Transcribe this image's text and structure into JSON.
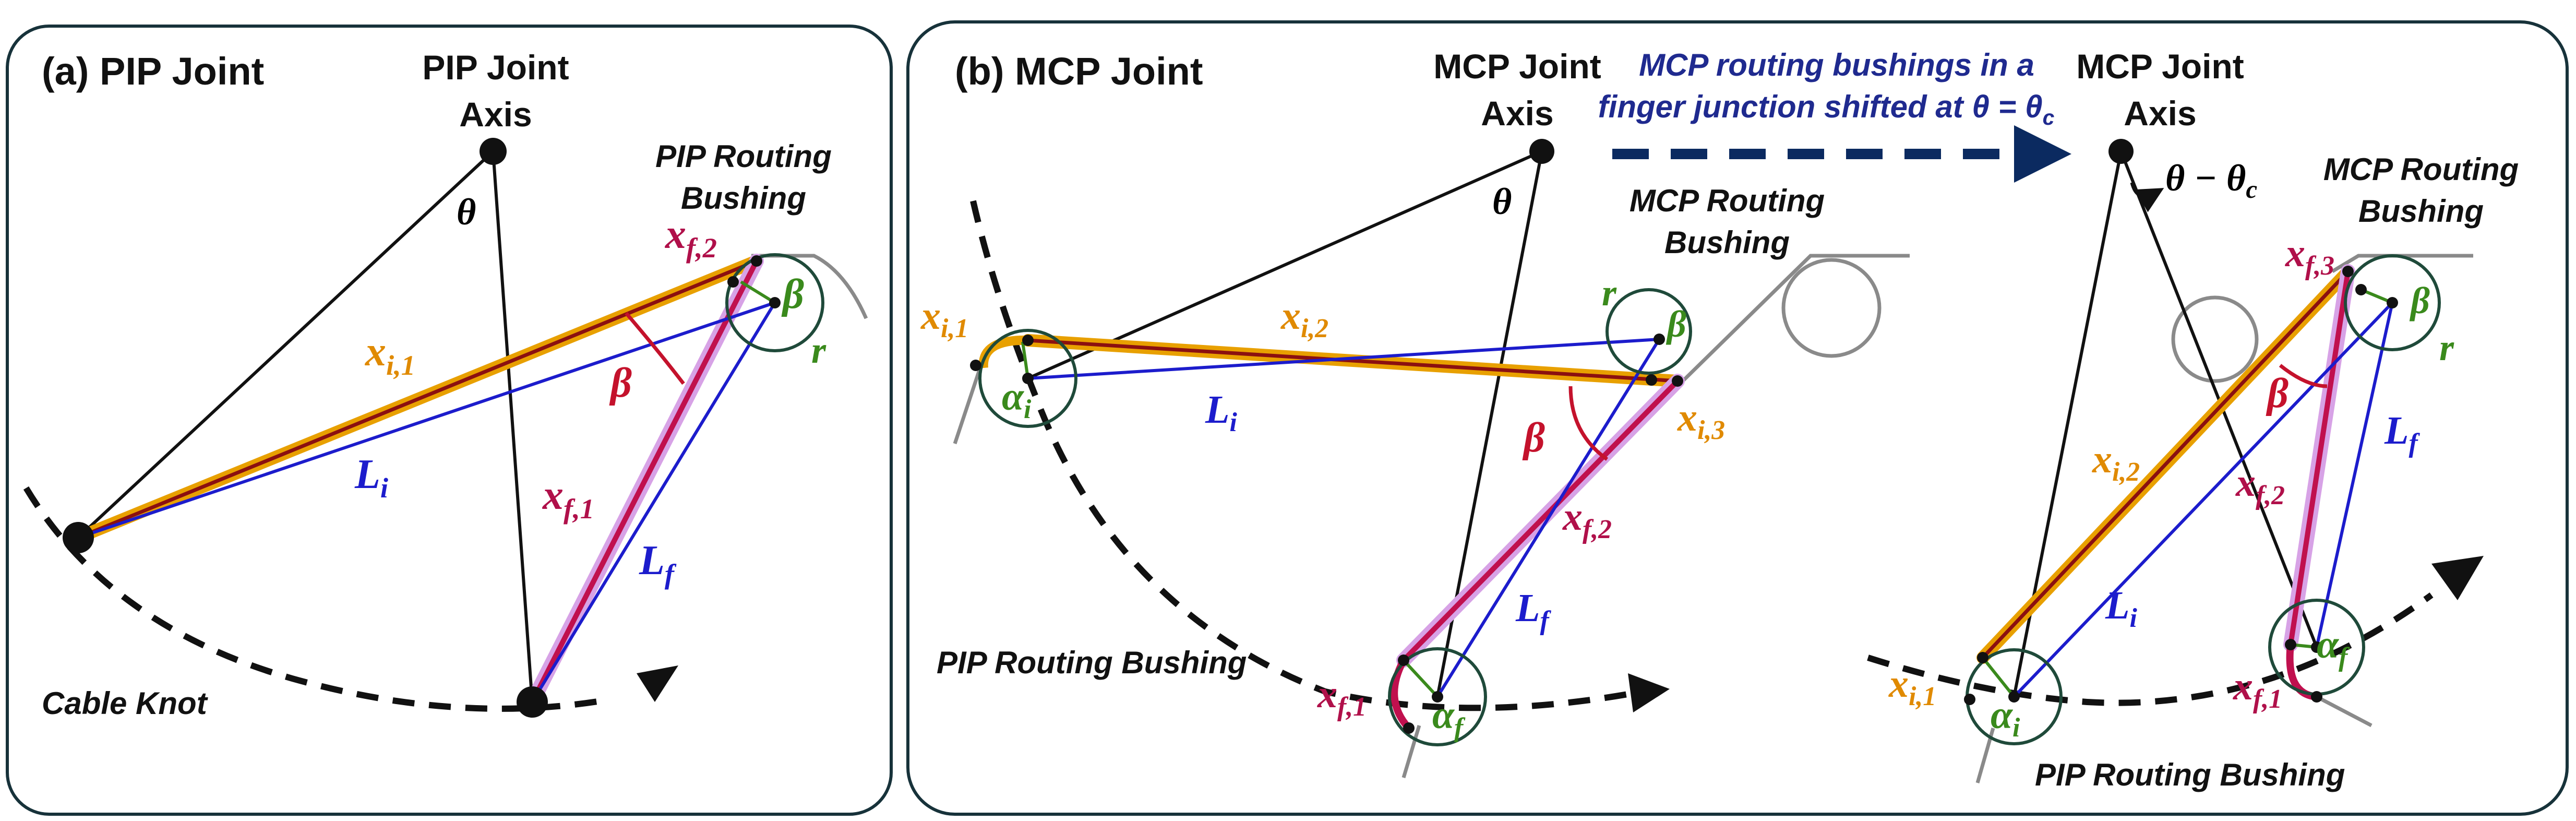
{
  "panel_a": {
    "title": "(a) PIP Joint",
    "axis_label_line1": "PIP Joint",
    "axis_label_line2": "Axis",
    "bushing_label_line1": "PIP Routing",
    "bushing_label_line2": "Bushing",
    "knot_label": "Cable Knot",
    "sym": {
      "theta": "θ",
      "beta": "β",
      "r": "r",
      "x_i1": "x",
      "x_i1_sub": "i,1",
      "x_f1": "x",
      "x_f1_sub": "f,1",
      "x_f2": "x",
      "x_f2_sub": "f,2",
      "L_i": "L",
      "L_i_sub": "i",
      "L_f": "L",
      "L_f_sub": "f"
    }
  },
  "panel_b": {
    "title": "(b) MCP Joint",
    "axis_label_line1": "MCP Joint",
    "axis_label_line2": "Axis",
    "axis2_label_line1": "MCP Joint",
    "axis2_label_line2": "Axis",
    "shift_note_line1": "MCP routing bushings in a",
    "shift_note_line2": "finger junction shifted at θ = θ",
    "shift_note_sub": "c",
    "bushing_label_line1": "MCP Routing",
    "bushing_label_line2": "Bushing",
    "bushing2_label_line1": "MCP Routing",
    "bushing2_label_line2": "Bushing",
    "pip_bushing_label": "PIP Routing Bushing",
    "pip_bushing2_label": "PIP Routing Bushing",
    "angle_label": "θ − θ",
    "angle_label_sub": "c",
    "sym": {
      "theta": "θ",
      "beta": "β",
      "r": "r",
      "alpha": "α",
      "alpha_i_sub": "i",
      "alpha_f_sub": "f",
      "x": "x",
      "L": "L",
      "i1": "i,1",
      "i2": "i,2",
      "i3": "i,3",
      "f1": "f,1",
      "f2": "f,2",
      "f3": "f,3",
      "i": "i",
      "f": "f"
    }
  },
  "colors": {
    "border": "#17323a",
    "initial_cable": "#e8a000",
    "final_cable": "#b0104a",
    "length_line": "#1c1ccc",
    "bushing_outline": "#1f4a3a",
    "angle_arc": "#c4122c",
    "arrow": "#0b2a60",
    "guide": "#8a8a8a"
  }
}
